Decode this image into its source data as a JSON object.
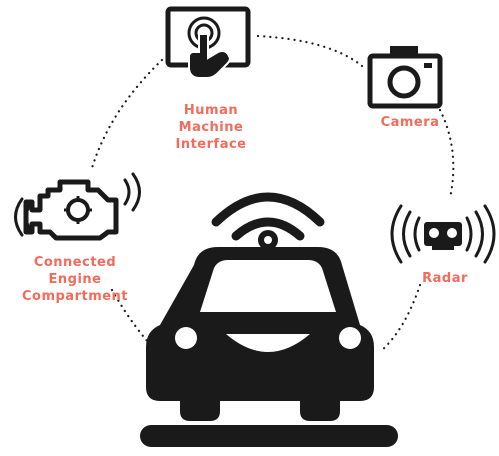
{
  "labels": {
    "hmi": [
      "Human",
      "Machine",
      "Interface"
    ],
    "camera": [
      "Camera"
    ],
    "radar": [
      "Radar"
    ],
    "engine": [
      "Connected",
      "Engine",
      "Compartment"
    ]
  },
  "colors": {
    "label": "#f26b5b",
    "icon": "#1a1a1a",
    "dots": "#1a1a1a",
    "background": "#ffffff"
  },
  "icons": [
    "touchscreen-hand-icon",
    "camera-icon",
    "radar-sensor-icon",
    "engine-wireless-icon",
    "connected-car-icon"
  ]
}
